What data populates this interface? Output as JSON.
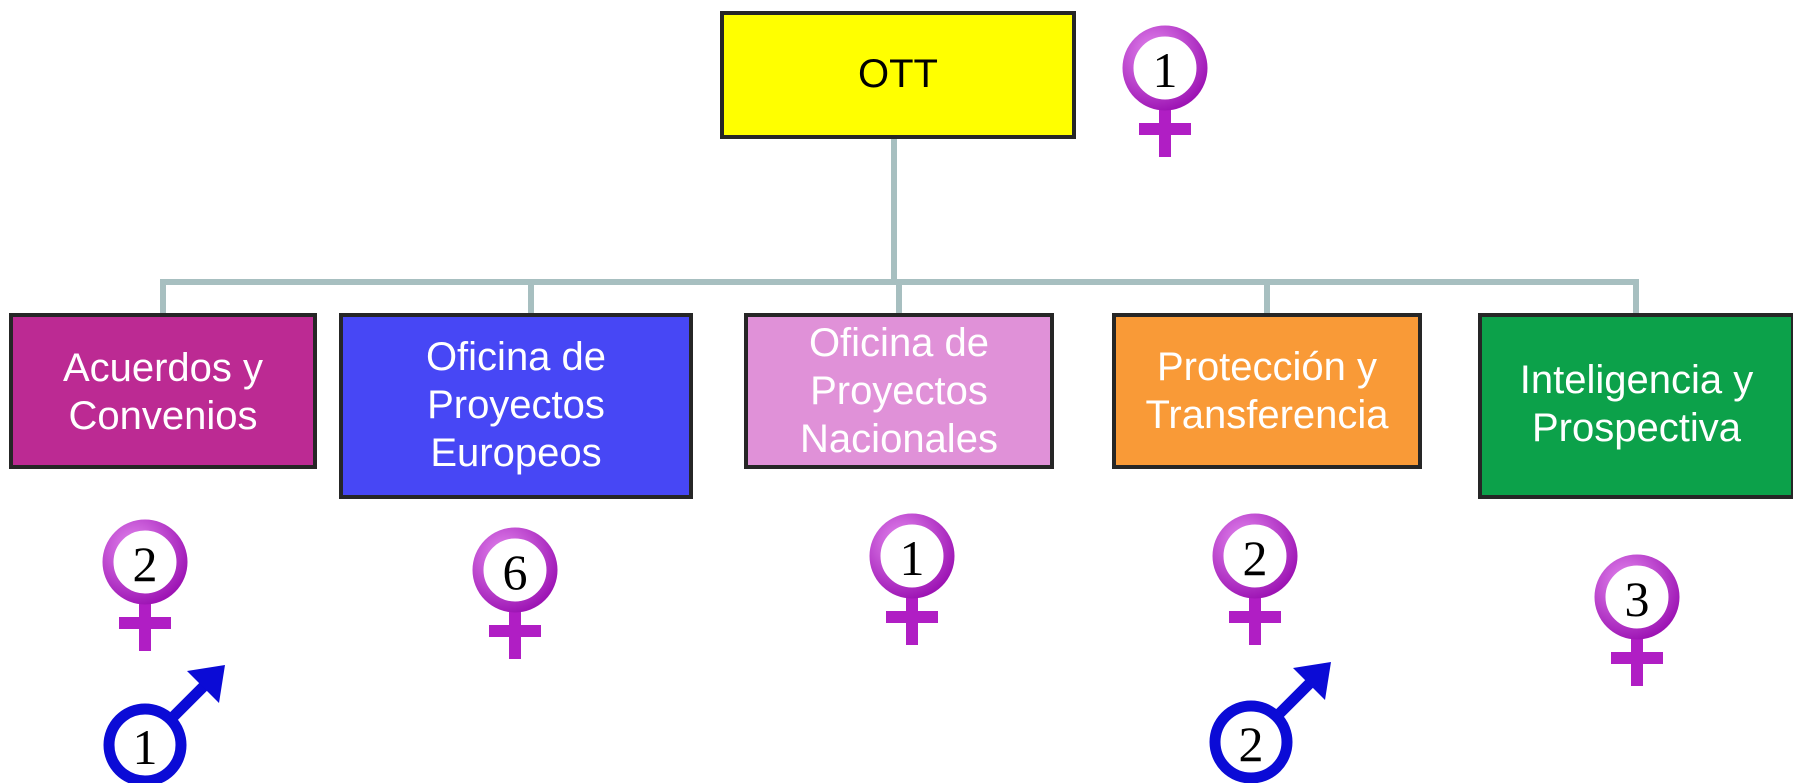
{
  "colors": {
    "connector": "#a7bfc0",
    "box_border": "#262626",
    "female_symbol": "#b01ec4",
    "female_symbol_highlight": "#d96ae8",
    "male_symbol": "#0b0bd6"
  },
  "root": {
    "label_lines": [
      "OTT"
    ],
    "fill": "#ffff00",
    "text_color": "#000000",
    "female_count": "1"
  },
  "departments": [
    {
      "label_lines": [
        "Acuerdos y",
        "Convenios"
      ],
      "fill": "#bc2a93",
      "text_color": "#ffffff",
      "female_count": "2",
      "male_count": "1"
    },
    {
      "label_lines": [
        "Oficina de",
        "Proyectos",
        "Europeos"
      ],
      "fill": "#4747f5",
      "text_color": "#ffffff",
      "female_count": "6"
    },
    {
      "label_lines": [
        "Oficina de",
        "Proyectos",
        "Nacionales"
      ],
      "fill": "#e091d8",
      "text_color": "#ffffff",
      "female_count": "1"
    },
    {
      "label_lines": [
        "Protección y",
        "Transferencia"
      ],
      "fill": "#f99a37",
      "text_color": "#ffffff",
      "female_count": "2",
      "male_count": "2"
    },
    {
      "label_lines": [
        "Inteligencia y",
        "Prospectiva"
      ],
      "fill": "#0ca14a",
      "text_color": "#ffffff",
      "female_count": "3"
    }
  ]
}
